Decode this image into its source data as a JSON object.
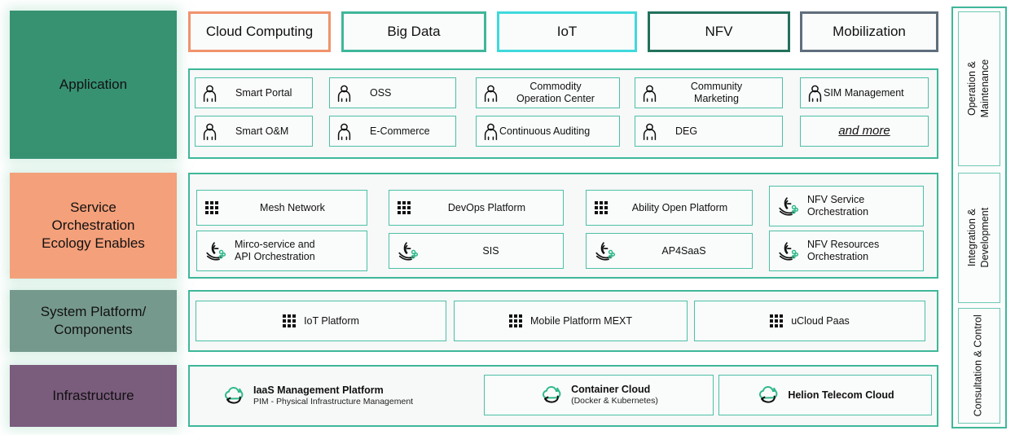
{
  "layers": [
    {
      "id": "application",
      "label": "Application",
      "color": "#379272"
    },
    {
      "id": "service-orchestration",
      "label": "Service\nOrchestration\nEcology Enables",
      "color": "#f4a07a"
    },
    {
      "id": "system-platform",
      "label": "System Platform/\nComponents",
      "color": "#76998e"
    },
    {
      "id": "infrastructure",
      "label": "Infrastructure",
      "color": "#7a5c7d"
    }
  ],
  "categories": [
    {
      "label": "Cloud Computing",
      "color": "#f0936c"
    },
    {
      "label": "Big Data",
      "color": "#3fb79a"
    },
    {
      "label": "IoT",
      "color": "#3fd9dd"
    },
    {
      "label": "NFV",
      "color": "#23715c"
    },
    {
      "label": "Mobilization",
      "color": "#5f6e7c"
    }
  ],
  "application_items": [
    {
      "label": "Smart Portal",
      "icon": "person-icon"
    },
    {
      "label": "OSS",
      "icon": "person-icon"
    },
    {
      "label": "Commodity\nOperation Center",
      "icon": "person-icon"
    },
    {
      "label": "Community\nMarketing",
      "icon": "person-icon"
    },
    {
      "label": "SIM Management",
      "icon": "person-icon"
    },
    {
      "label": "Smart O&M",
      "icon": "person-icon"
    },
    {
      "label": "E-Commerce",
      "icon": "person-icon"
    },
    {
      "label": "Continuous Auditing",
      "icon": "person-icon"
    },
    {
      "label": "DEG",
      "icon": "person-icon"
    },
    {
      "label": "and more",
      "icon": "none"
    }
  ],
  "service_items": [
    {
      "label": "Mesh Network",
      "icon": "dot-grid-icon"
    },
    {
      "label": "DevOps Platform",
      "icon": "dot-grid-icon"
    },
    {
      "label": "Ability Open Platform",
      "icon": "dot-grid-icon"
    },
    {
      "label": "NFV Service\nOrchestration",
      "icon": "orchestration-icon"
    },
    {
      "label": "Mirco-service and\nAPI Orchestration",
      "icon": "orchestration-icon"
    },
    {
      "label": "SIS",
      "icon": "orchestration-icon"
    },
    {
      "label": "AP4SaaS",
      "icon": "orchestration-icon"
    },
    {
      "label": "NFV Resources\nOrchestration",
      "icon": "orchestration-icon"
    }
  ],
  "platform_items": [
    {
      "label": "IoT Platform",
      "icon": "dot-grid-icon"
    },
    {
      "label": "Mobile Platform MEXT",
      "icon": "dot-grid-icon"
    },
    {
      "label": "uCloud Paas",
      "icon": "dot-grid-icon"
    }
  ],
  "infrastructure_items": [
    {
      "title": "IaaS Management Platform",
      "subtitle": "PIM - Physical Infrastructure Management",
      "icon": "cloud-icon",
      "boxed": false
    },
    {
      "title": "Container Cloud",
      "subtitle": "(Docker & Kubernetes)",
      "icon": "cloud-icon",
      "boxed": true
    },
    {
      "title": "Helion Telecom Cloud",
      "subtitle": "",
      "icon": "cloud-icon",
      "boxed": true
    }
  ],
  "sidebar_panels": [
    {
      "label": "Operation &\nMaintenance"
    },
    {
      "label": "Integration &\nDevelopment"
    },
    {
      "label": "Consultation & Control"
    }
  ],
  "colors": {
    "accent_teal": "#3fb79a",
    "cell_border": "#4cc0a6",
    "icon_green": "#2fb98a",
    "panel_bg": "#f7f8f8"
  }
}
